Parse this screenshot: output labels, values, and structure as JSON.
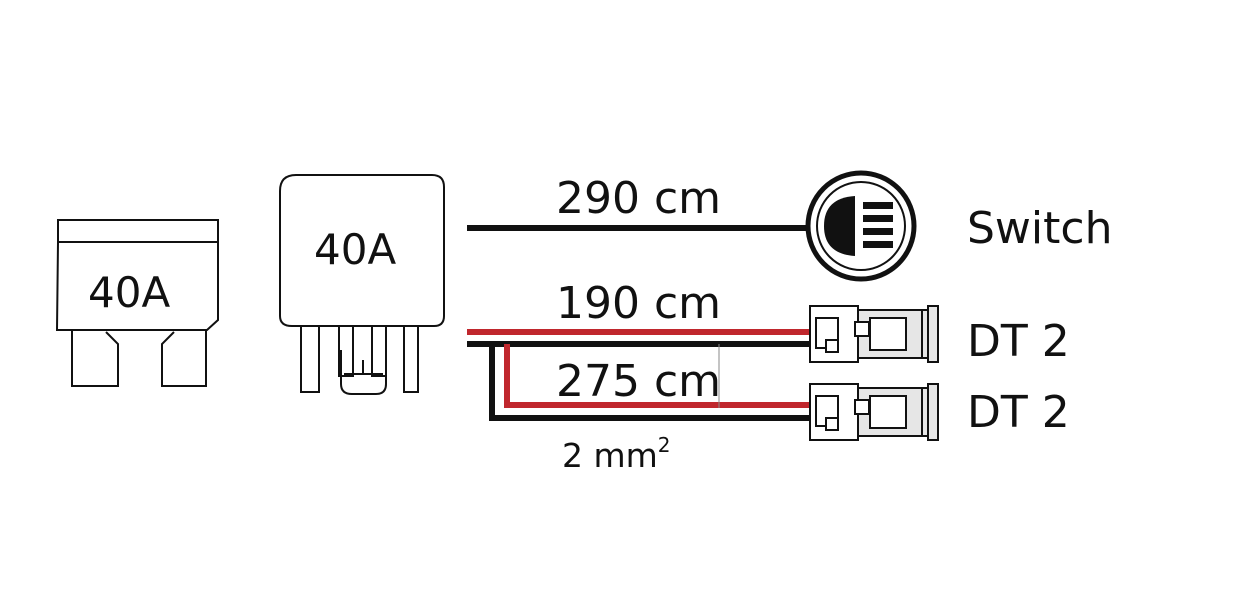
{
  "fuse": {
    "rating": "40A"
  },
  "relay": {
    "rating": "40A"
  },
  "wires": {
    "switch_length": "290 cm",
    "dt2_top_length": "190 cm",
    "dt2_bottom_length": "275 cm",
    "cross_section_value": "2 mm",
    "cross_section_exponent": "2"
  },
  "connectors": {
    "switch_label": "Switch",
    "dt2_top_label": "DT 2",
    "dt2_bottom_label": "DT 2"
  },
  "colors": {
    "ink": "#111111",
    "red_wire": "#c0272d",
    "black_wire": "#111111",
    "connector_fill": "#e6e6e6"
  },
  "icons": {
    "switch": "headlight-icon",
    "connector": "dt-connector-icon"
  }
}
